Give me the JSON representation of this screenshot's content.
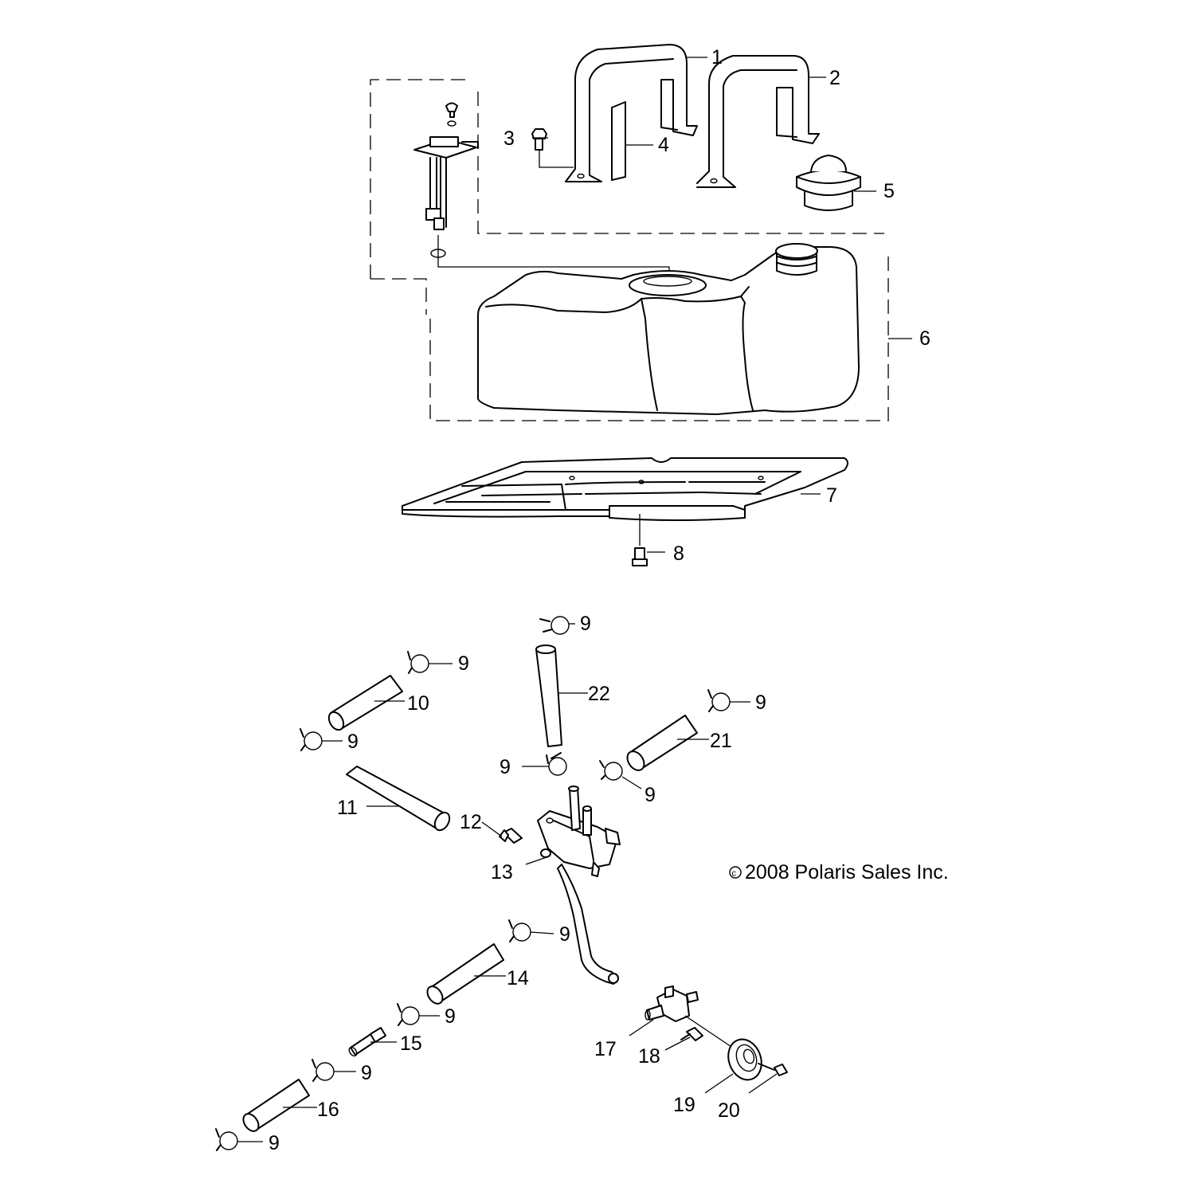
{
  "diagram": {
    "callouts": {
      "c1": "1",
      "c2": "2",
      "c3": "3",
      "c4": "4",
      "c5": "5",
      "c6": "6",
      "c7": "7",
      "c8": "8",
      "c9a": "9",
      "c9b": "9",
      "c9c": "9",
      "c9d": "9",
      "c9e": "9",
      "c9f": "9",
      "c9g": "9",
      "c9h": "9",
      "c9i": "9",
      "c9j": "9",
      "c10": "10",
      "c11": "11",
      "c12": "12",
      "c13": "13",
      "c14": "14",
      "c15": "15",
      "c16": "16",
      "c17": "17",
      "c18": "18",
      "c19": "19",
      "c20": "20",
      "c21": "21",
      "c22": "22"
    },
    "copyright": "2008 Polaris Sales Inc."
  }
}
